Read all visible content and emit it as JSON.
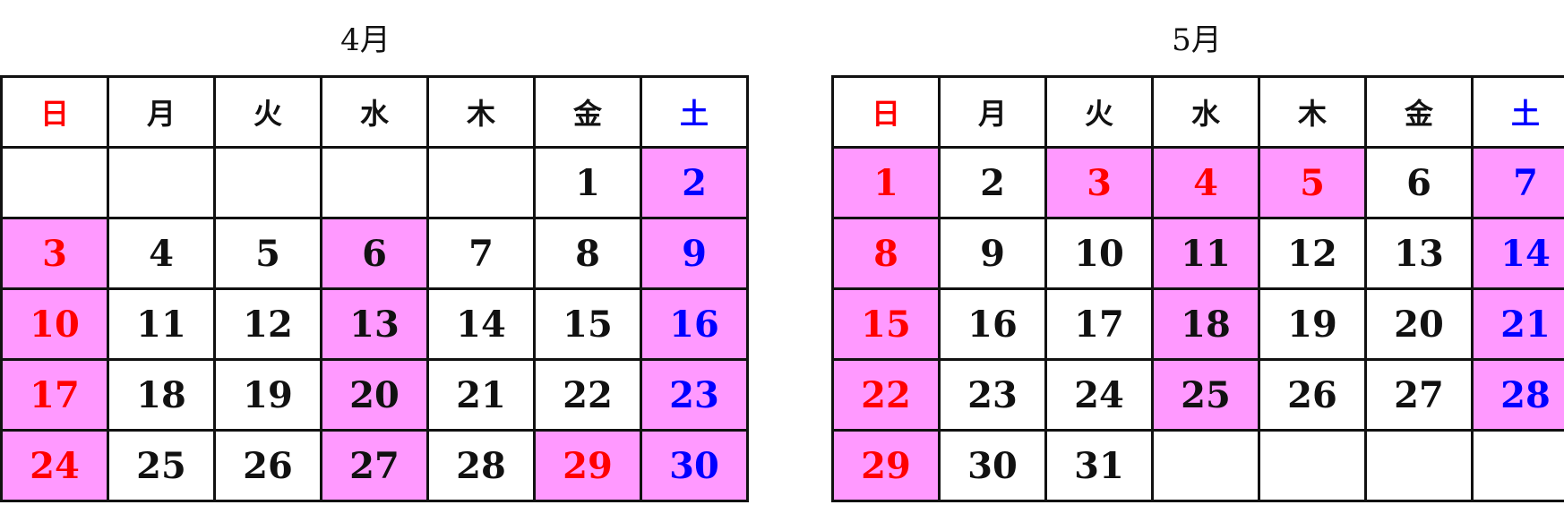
{
  "colors": {
    "sunday_text": "#ff0000",
    "saturday_text": "#0000ff",
    "highlight_bg": "#ff99ff"
  },
  "weekdays": [
    "日",
    "月",
    "火",
    "水",
    "木",
    "金",
    "土"
  ],
  "months": [
    {
      "title": "4月",
      "weeks": [
        [
          {
            "d": ""
          },
          {
            "d": ""
          },
          {
            "d": ""
          },
          {
            "d": ""
          },
          {
            "d": ""
          },
          {
            "d": "1"
          },
          {
            "d": "2",
            "hl": true,
            "c": "sat"
          }
        ],
        [
          {
            "d": "3",
            "hl": true,
            "c": "sun"
          },
          {
            "d": "4"
          },
          {
            "d": "5"
          },
          {
            "d": "6",
            "hl": true
          },
          {
            "d": "7"
          },
          {
            "d": "8"
          },
          {
            "d": "9",
            "hl": true,
            "c": "sat"
          }
        ],
        [
          {
            "d": "10",
            "hl": true,
            "c": "sun"
          },
          {
            "d": "11"
          },
          {
            "d": "12"
          },
          {
            "d": "13",
            "hl": true
          },
          {
            "d": "14"
          },
          {
            "d": "15"
          },
          {
            "d": "16",
            "hl": true,
            "c": "sat"
          }
        ],
        [
          {
            "d": "17",
            "hl": true,
            "c": "sun"
          },
          {
            "d": "18"
          },
          {
            "d": "19"
          },
          {
            "d": "20",
            "hl": true
          },
          {
            "d": "21"
          },
          {
            "d": "22"
          },
          {
            "d": "23",
            "hl": true,
            "c": "sat"
          }
        ],
        [
          {
            "d": "24",
            "hl": true,
            "c": "sun"
          },
          {
            "d": "25"
          },
          {
            "d": "26"
          },
          {
            "d": "27",
            "hl": true
          },
          {
            "d": "28"
          },
          {
            "d": "29",
            "hl": true,
            "c": "sun"
          },
          {
            "d": "30",
            "hl": true,
            "c": "sat"
          }
        ]
      ]
    },
    {
      "title": "5月",
      "weeks": [
        [
          {
            "d": "1",
            "hl": true,
            "c": "sun"
          },
          {
            "d": "2"
          },
          {
            "d": "3",
            "hl": true,
            "c": "sun"
          },
          {
            "d": "4",
            "hl": true,
            "c": "sun"
          },
          {
            "d": "5",
            "hl": true,
            "c": "sun"
          },
          {
            "d": "6"
          },
          {
            "d": "7",
            "hl": true,
            "c": "sat"
          }
        ],
        [
          {
            "d": "8",
            "hl": true,
            "c": "sun"
          },
          {
            "d": "9"
          },
          {
            "d": "10"
          },
          {
            "d": "11",
            "hl": true
          },
          {
            "d": "12"
          },
          {
            "d": "13"
          },
          {
            "d": "14",
            "hl": true,
            "c": "sat"
          }
        ],
        [
          {
            "d": "15",
            "hl": true,
            "c": "sun"
          },
          {
            "d": "16"
          },
          {
            "d": "17"
          },
          {
            "d": "18",
            "hl": true
          },
          {
            "d": "19"
          },
          {
            "d": "20"
          },
          {
            "d": "21",
            "hl": true,
            "c": "sat"
          }
        ],
        [
          {
            "d": "22",
            "hl": true,
            "c": "sun"
          },
          {
            "d": "23"
          },
          {
            "d": "24"
          },
          {
            "d": "25",
            "hl": true
          },
          {
            "d": "26"
          },
          {
            "d": "27"
          },
          {
            "d": "28",
            "hl": true,
            "c": "sat"
          }
        ],
        [
          {
            "d": "29",
            "hl": true,
            "c": "sun"
          },
          {
            "d": "30"
          },
          {
            "d": "31"
          },
          {
            "d": ""
          },
          {
            "d": ""
          },
          {
            "d": ""
          },
          {
            "d": ""
          }
        ]
      ]
    }
  ]
}
